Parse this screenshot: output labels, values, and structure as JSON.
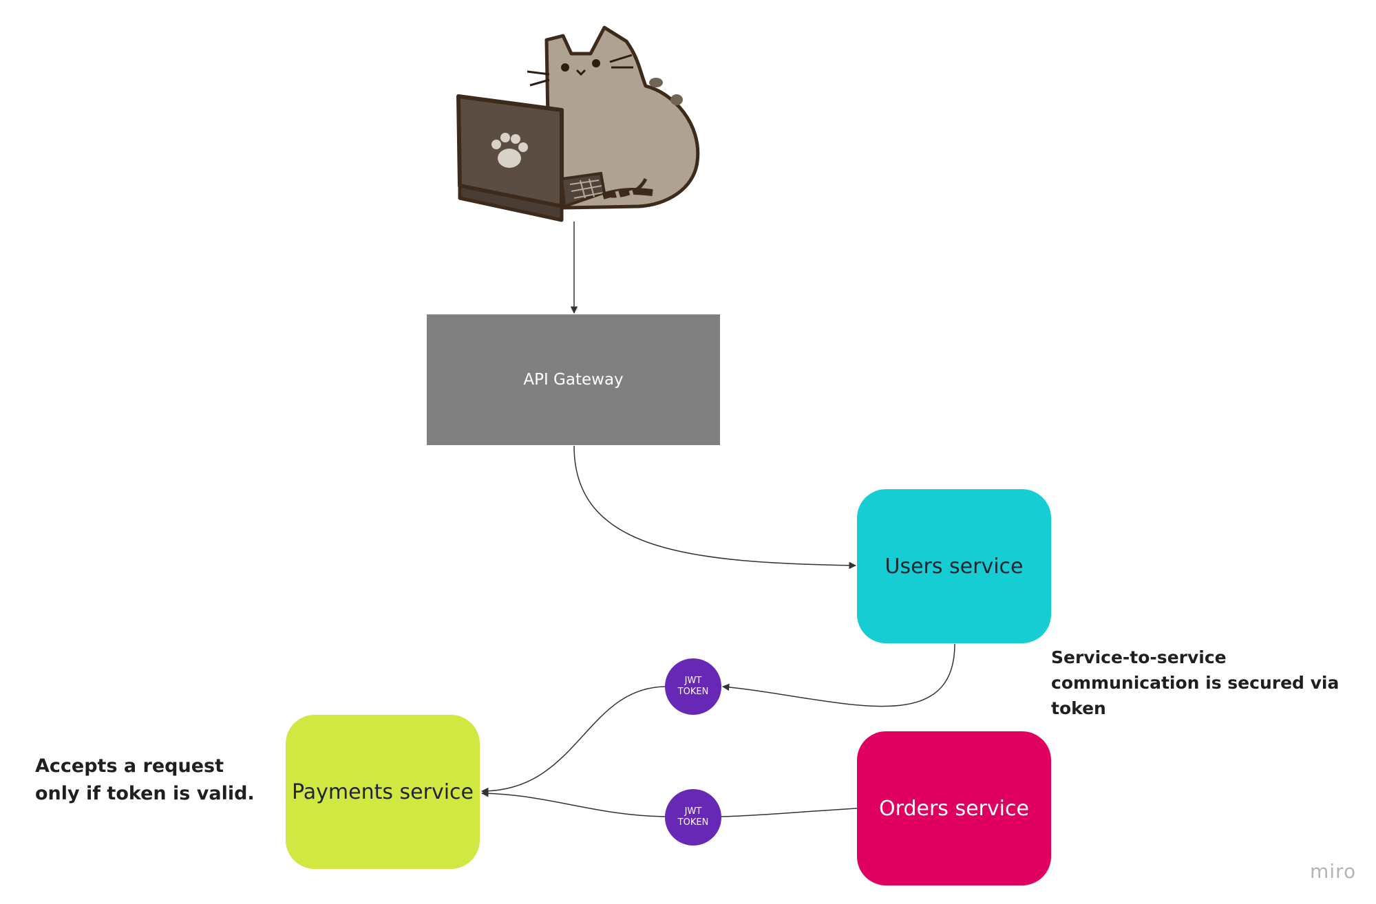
{
  "nodes": {
    "gateway": {
      "label": "API Gateway"
    },
    "users": {
      "label": "Users service"
    },
    "orders": {
      "label": "Orders service"
    },
    "payments": {
      "label": "Payments service"
    }
  },
  "tokens": [
    {
      "line1": "JWT",
      "line2": "TOKEN"
    },
    {
      "line1": "JWT",
      "line2": "TOKEN"
    }
  ],
  "notes": {
    "left": "Accepts a request\nonly if token is valid.",
    "right": "Service-to-service\ncommunication is secured via\ntoken"
  },
  "watermark": "miro",
  "colors": {
    "gateway": "#808080",
    "users": "#15cdd3",
    "orders": "#df005f",
    "payments": "#d1e742",
    "token": "#6628b5"
  },
  "icons": {
    "client": "cat-with-laptop-icon",
    "laptop_logo": "paw-icon"
  }
}
